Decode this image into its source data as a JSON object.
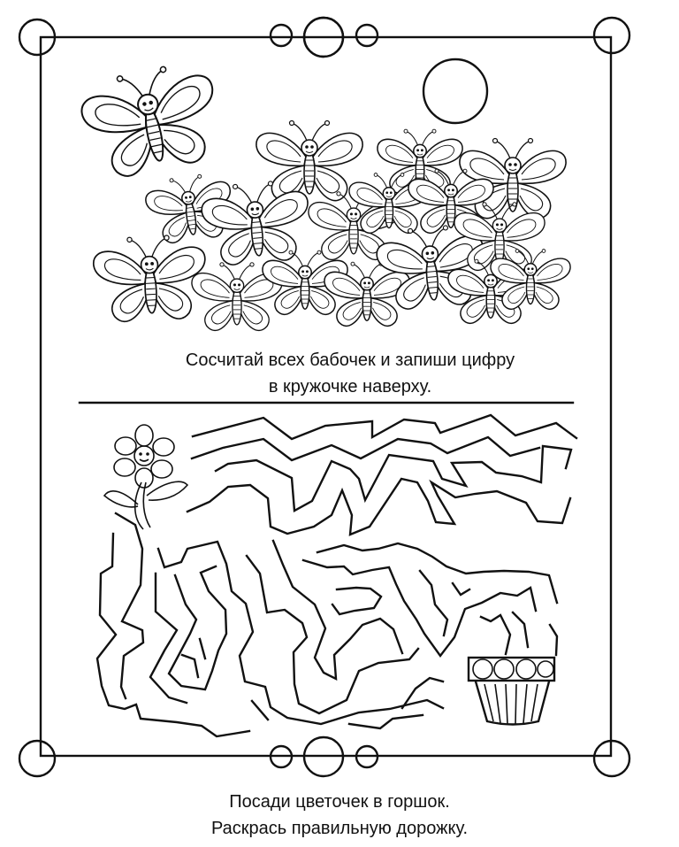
{
  "page": {
    "top_instruction": {
      "line1": "Сосчитай всех бабочек и запиши цифру",
      "line2": "в кружочке наверху."
    },
    "bottom_instruction": {
      "line1": "Посади цветочек в горшок.",
      "line2": "Раскрась правильную дорожку."
    },
    "colors": {
      "ink": "#111111",
      "paper": "#ffffff"
    },
    "icons": {
      "butterflies": "butterfly-icon",
      "sun": "sun-icon",
      "flower": "flower-icon",
      "pot": "flower-pot-icon",
      "maze": "maze"
    },
    "answer_circle": {
      "value": ""
    }
  }
}
